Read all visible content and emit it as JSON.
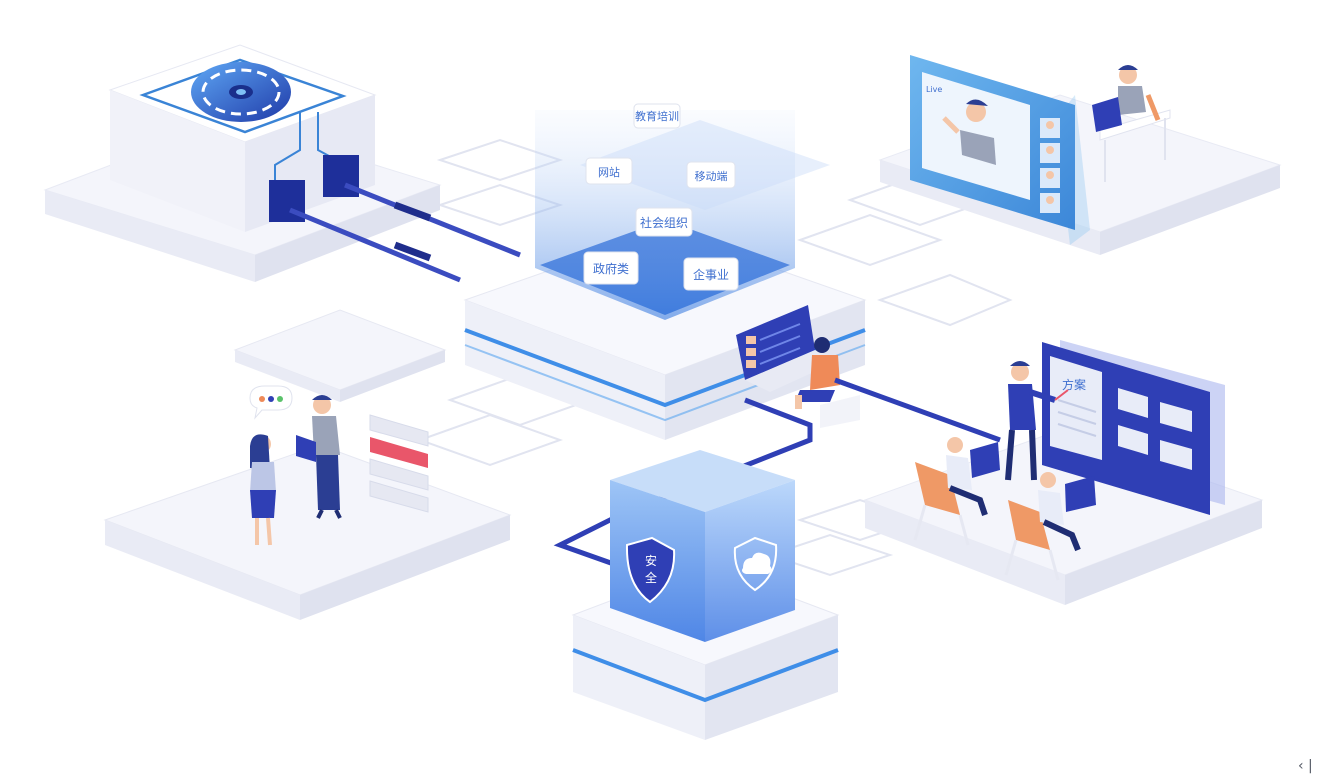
{
  "central": {
    "tags": {
      "education": "教育培训",
      "website": "网站",
      "mobile": "移动端",
      "social_org": "社会组织",
      "government": "政府类",
      "enterprise": "企事业"
    }
  },
  "live": {
    "badge": "Live"
  },
  "presentation": {
    "board_title": "方案"
  },
  "security": {
    "shield_label_top": "安",
    "shield_label_bottom": "全"
  },
  "corner_mark": "‹ |",
  "colors": {
    "primary": "#2f3fb5",
    "accent": "#3f8ee8",
    "platform": "#f4f5fb",
    "platform_edge": "#e6e8f4",
    "line": "#dfe2ef",
    "skin": "#f4c6a8",
    "hair": "#2b3e93",
    "chair": "#ef9966",
    "red": "#e9566a"
  }
}
